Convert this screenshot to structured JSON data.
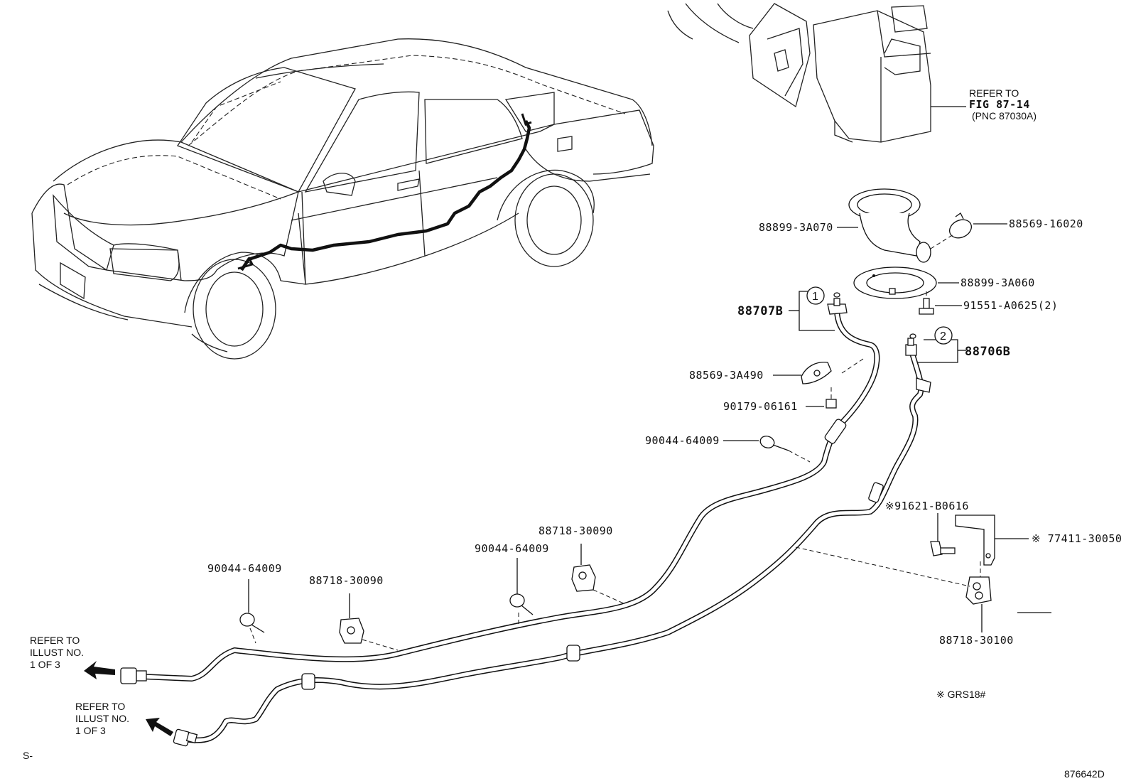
{
  "labels": {
    "refer_fig_1": "REFER TO",
    "refer_fig_2": "FIG 87-14",
    "refer_fig_3": "(PNC 87030A)",
    "p_88899_3A070": "88899-3A070",
    "p_88569_16020": "88569-16020",
    "p_88899_3A060": "88899-3A060",
    "p_91551_A0625": "91551-A0625(2)",
    "p_88707B": "88707B",
    "p_88706B": "88706B",
    "callout_1": "1",
    "callout_2": "2",
    "p_88569_3A490": "88569-3A490",
    "p_90179_06161": "90179-06161",
    "p_90044_64009_a": "90044-64009",
    "p_91621_B0616": "※91621-B0616",
    "p_77411_30050": "※ 77411-30050",
    "p_88718_30100": "88718-30100",
    "p_88718_30090_a": "88718-30090",
    "p_90044_64009_b": "90044-64009",
    "p_88718_30090_b": "88718-30090",
    "p_90044_64009_c": "90044-64009",
    "note_grs": "※   GRS18#",
    "refer_illust_a1": "REFER TO",
    "refer_illust_a2": "ILLUST NO.",
    "refer_illust_a3": "1 OF 3",
    "refer_illust_b1": "REFER TO",
    "refer_illust_b2": "ILLUST NO.",
    "refer_illust_b3": "1 OF 3",
    "corner_s": "S-",
    "figure_id": "876642D"
  }
}
